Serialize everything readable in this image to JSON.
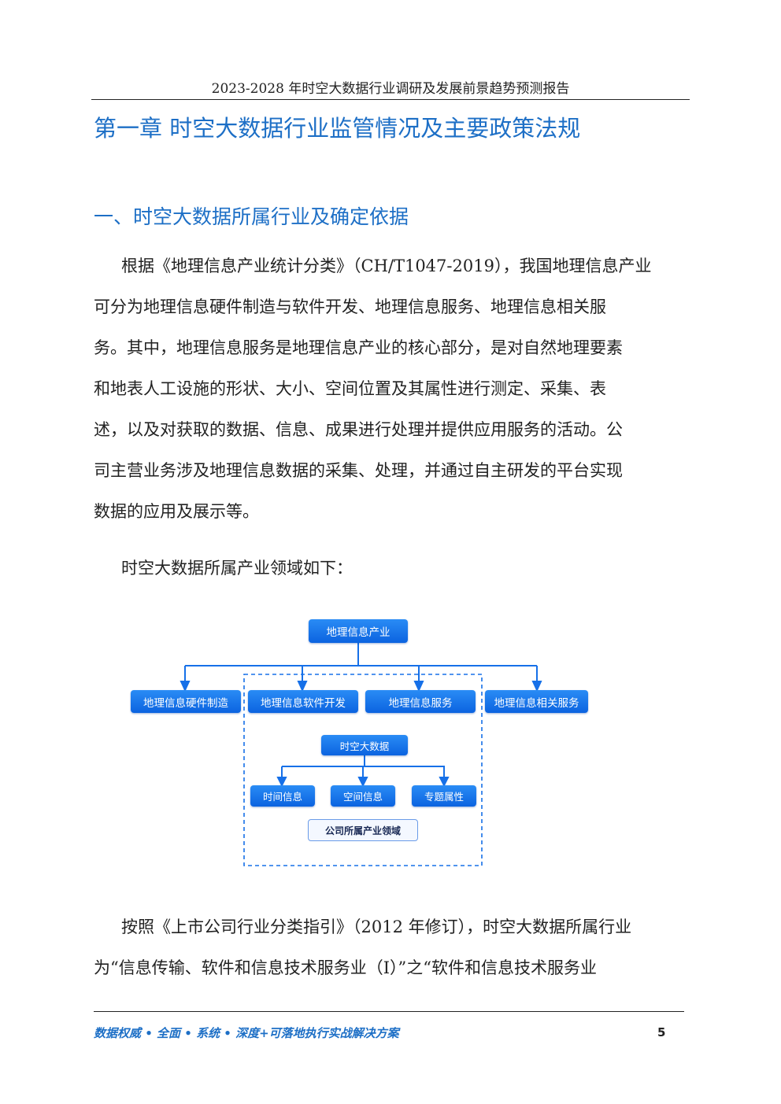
{
  "header": {
    "title": "2023-2028 年时空大数据行业调研及发展前景趋势预测报告"
  },
  "chapter_title": "第一章  时空大数据行业监管情况及主要政策法规",
  "section_title": "一、时空大数据所属行业及确定依据",
  "paragraph1": [
    "根据《地理信息产业统计分类》（CH/T1047-2019），我国地理信息产业",
    "可分为地理信息硬件制造与软件开发、地理信息服务、地理信息相关服",
    "务。其中，地理信息服务是地理信息产业的核心部分，是对自然地理要素",
    "和地表人工设施的形状、大小、空间位置及其属性进行测定、采集、表",
    "述，以及对获取的数据、信息、成果进行处理并提供应用服务的活动。公",
    "司主营业务涉及地理信息数据的采集、处理，并通过自主研发的平台实现",
    "数据的应用及展示等。"
  ],
  "paragraph2": "时空大数据所属产业领域如下：",
  "diagram": {
    "root": "地理信息产业",
    "level1": [
      "地理信息硬件制造",
      "地理信息软件开发",
      "地理信息服务",
      "地理信息相关服务"
    ],
    "sub_root": "时空大数据",
    "sub_children": [
      "时间信息",
      "空间信息",
      "专题属性"
    ],
    "legend_label": "公司所属产业领域",
    "color": "#1670e8"
  },
  "paragraph3": [
    "按照《上市公司行业分类指引》（2012 年修订），时空大数据所属行业",
    "为“信息传输、软件和信息技术服务业（I）”之“软件和信息技术服务业"
  ],
  "footer": {
    "slogan": "数据权威 • 全面 • 系统 • 深度+可落地执行实战解决方案",
    "page_number": "5"
  }
}
